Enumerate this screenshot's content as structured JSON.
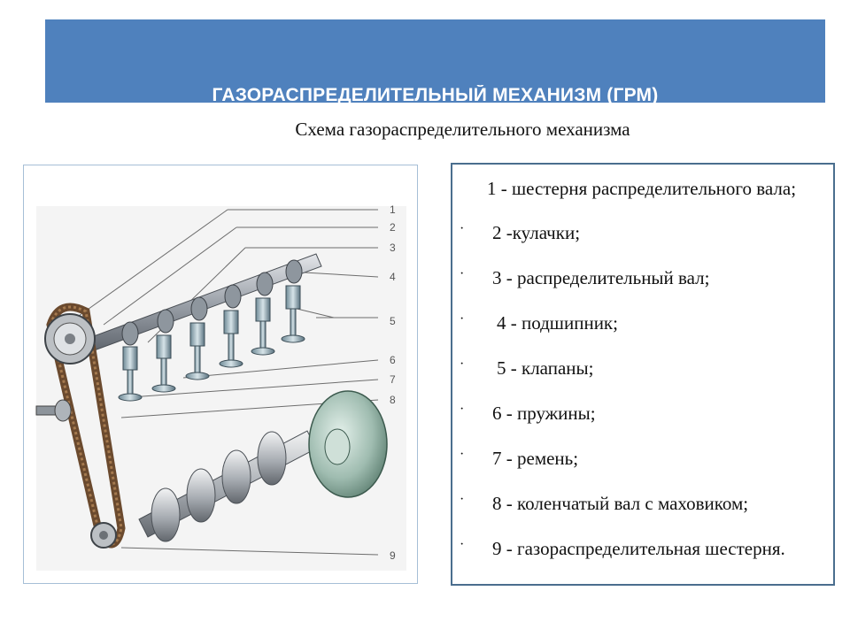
{
  "header": {
    "title": "ГАЗОРАСПРЕДЕЛИТЕЛЬНЫЙ МЕХАНИЗМ  (ГРМ)"
  },
  "subtitle": "Схема газораспределительного механизма",
  "figure": {
    "callout_numbers": [
      "1",
      "2",
      "3",
      "4",
      "5",
      "6",
      "7",
      "8",
      "9"
    ]
  },
  "legend": {
    "bullet": "·",
    "items": [
      "1 - шестерня распределительного вала;",
      "2 -кулачки;",
      "3 - распределительный вал;",
      "4 - подшипник;",
      "5 - клапаны;",
      "6 - пружины;",
      "7 - ремень;",
      "8 - коленчатый вал с маховиком;",
      "9 - газораспределительная шестерня."
    ]
  },
  "colors": {
    "header_bg": "#4f81bd",
    "header_text": "#ffffff",
    "legend_border": "#4a6e8e",
    "figure_border": "#a6bfd6"
  }
}
